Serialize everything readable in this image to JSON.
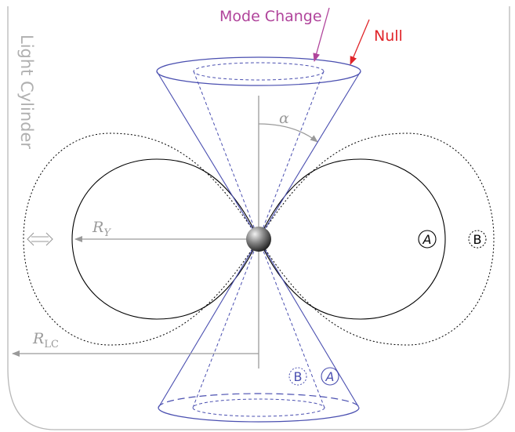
{
  "labels": {
    "light_cylinder": "Light Cylinder",
    "mode_change": "Mode Change",
    "null": "Null",
    "alpha": "α",
    "r_y_main": "R",
    "r_y_sub": "Y",
    "r_lc_main": "R",
    "r_lc_sub": "LC",
    "marker_a": "A",
    "marker_b": "B"
  },
  "colors": {
    "cone": "#4a4fb0",
    "mode_change": "#b0449b",
    "null": "#e0252a",
    "axis_gray": "#9a9a9a",
    "field_line": "#000000",
    "cylinder": "#b8b8b8",
    "sphere_dark": "#1c1c1c",
    "sphere_light": "#f2f2f2"
  },
  "icons": {
    "double_arrow": "double-arrow-icon",
    "pulsar": "neutron-star-icon"
  }
}
